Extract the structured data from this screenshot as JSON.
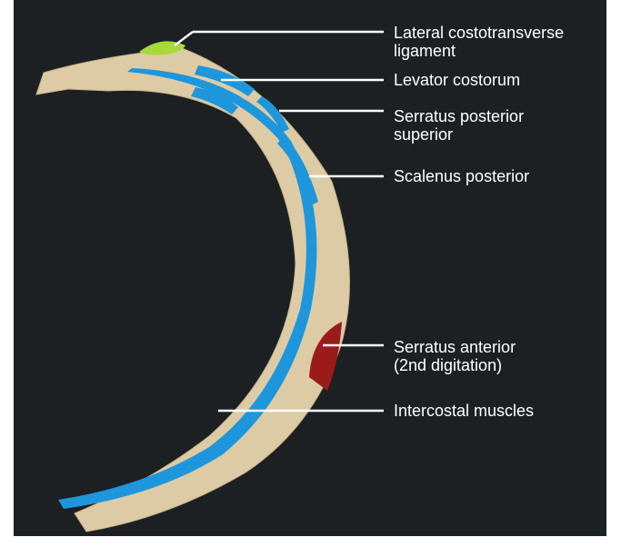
{
  "labels": {
    "lateral_costotransverse": [
      "Lateral costotransverse",
      "ligament"
    ],
    "levator_costorum": [
      "Levator costorum"
    ],
    "serratus_posterior_superior": [
      "Serratus posterior",
      "superior"
    ],
    "scalenus_posterior": [
      "Scalenus posterior"
    ],
    "serratus_anterior": [
      "Serratus anterior",
      "(2nd digitation)"
    ],
    "intercostal": [
      "Intercostal muscles"
    ]
  },
  "colors": {
    "background": "#1c2023",
    "bone": "#ddcba6",
    "muscle_blue": "#1e96dc",
    "ligament_green": "#a8d83a",
    "serratus_anterior_red": "#9b1b1b",
    "leader_line": "#ffffff"
  }
}
